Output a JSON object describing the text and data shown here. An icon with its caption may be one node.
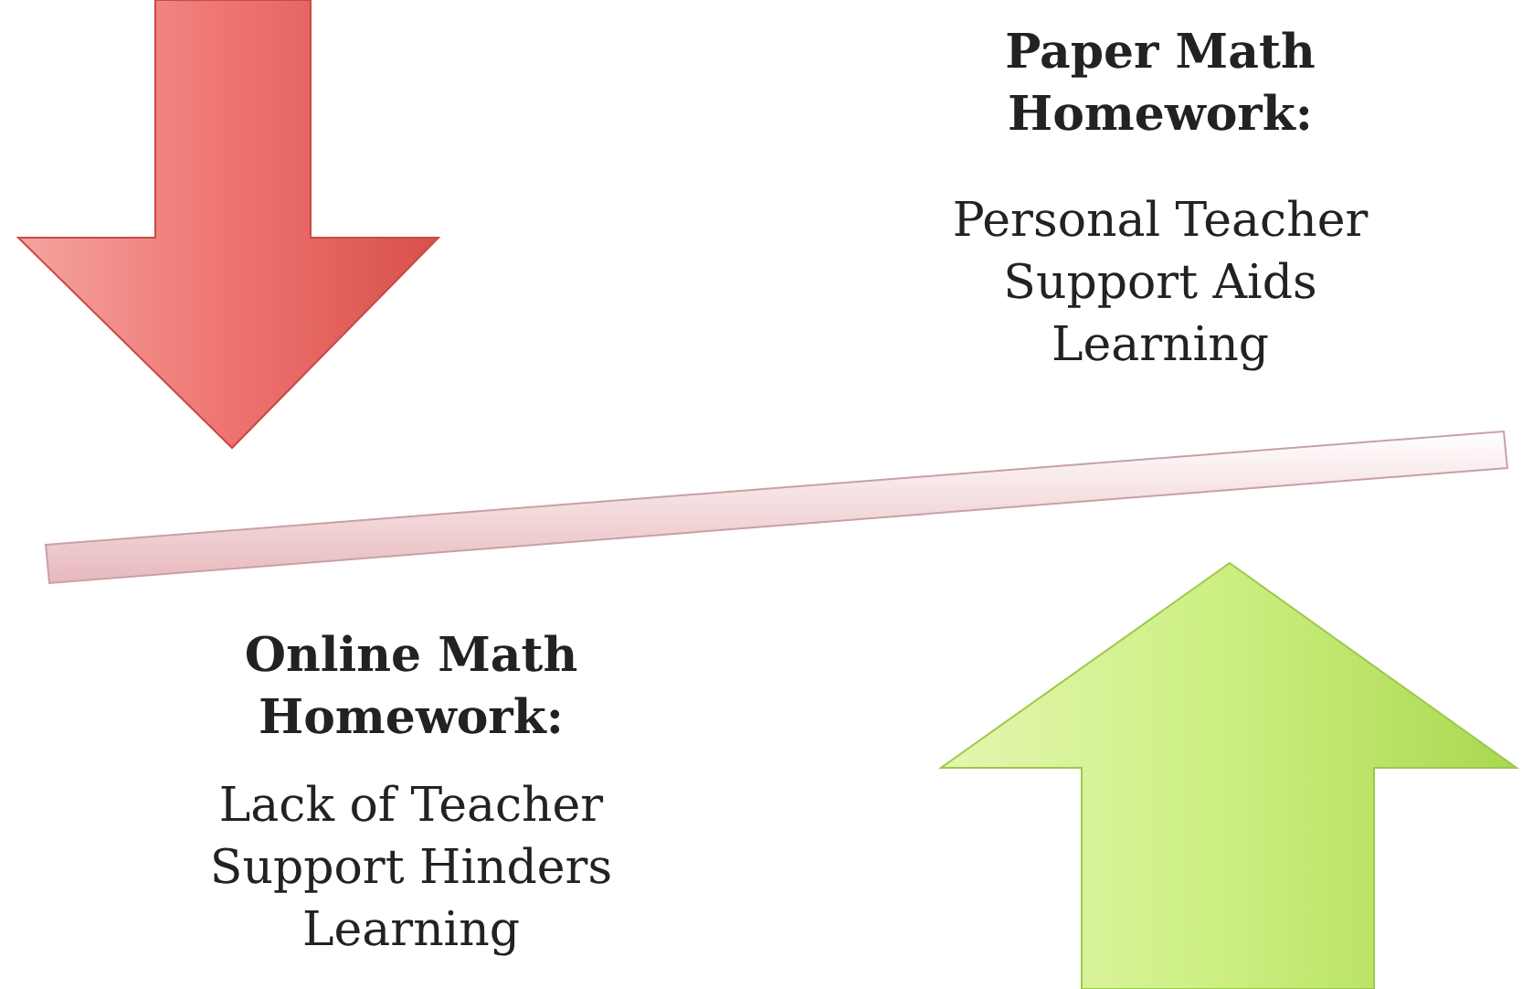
{
  "diagram": {
    "labels": [
      "Paper Math Homework:",
      "Personal Teacher Support Aids Learning",
      "Online Math Homework:",
      "Lack of Teacher Support Hinders Learning"
    ]
  }
}
